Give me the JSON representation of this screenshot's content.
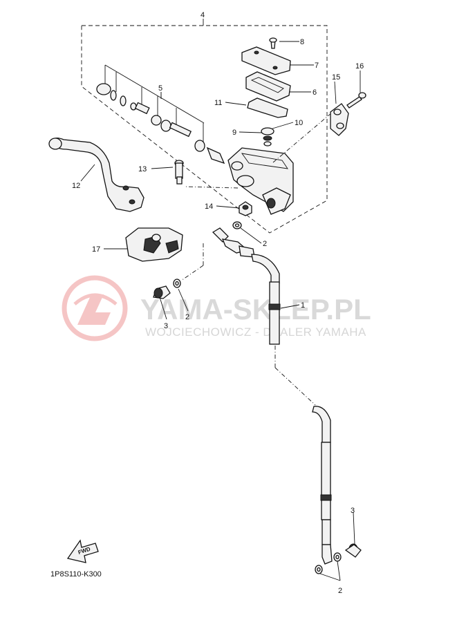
{
  "watermark": {
    "brand": "YAMA-SKLEP.PL",
    "subtitle": "WOJCIECHOWICZ - DEALER YAMAHA"
  },
  "diagram": {
    "code": "1P8S110-K300",
    "fwd_label": "FWD",
    "callouts": {
      "c1": "1",
      "c2a": "2",
      "c2b": "2",
      "c2c": "2",
      "c3a": "3",
      "c3b": "3",
      "c4": "4",
      "c5": "5",
      "c6": "6",
      "c7": "7",
      "c8": "8",
      "c9": "9",
      "c10": "10",
      "c11": "11",
      "c12": "12",
      "c13": "13",
      "c14": "14",
      "c15": "15",
      "c16": "16",
      "c17": "17"
    }
  },
  "colors": {
    "line": "#111111",
    "part_fill": "#f2f2f2",
    "watermark_logo": "#f4b9b9",
    "watermark_text": "#d9d9d9"
  }
}
